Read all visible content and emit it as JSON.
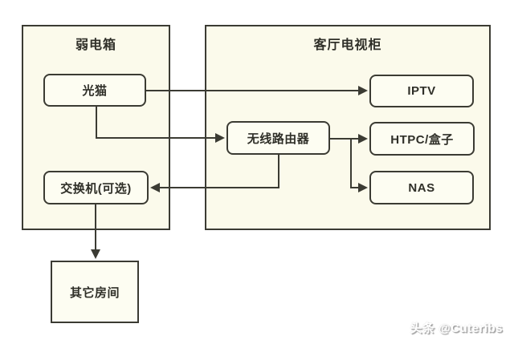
{
  "diagram": {
    "style": {
      "border_color": "#3b3b33",
      "container_fill": "#fbfaeb",
      "node_fill": "#fdfdf2",
      "text_color": "#2f2f28",
      "background": "#ffffff"
    },
    "containers": [
      {
        "id": "weak-current-box",
        "label": "弱电箱"
      },
      {
        "id": "tv-cabinet",
        "label": "客厅电视柜"
      }
    ],
    "nodes": [
      {
        "id": "modem",
        "label": "光猫",
        "container": "weak-current-box"
      },
      {
        "id": "switch",
        "label": "交换机(可选)",
        "container": "weak-current-box"
      },
      {
        "id": "router",
        "label": "无线路由器",
        "container": "tv-cabinet"
      },
      {
        "id": "iptv",
        "label": "IPTV",
        "container": "tv-cabinet"
      },
      {
        "id": "htpc",
        "label": "HTPC/盒子",
        "container": "tv-cabinet"
      },
      {
        "id": "nas",
        "label": "NAS",
        "container": "tv-cabinet"
      },
      {
        "id": "other-rooms",
        "label": "其它房间",
        "container": null
      }
    ],
    "connections": [
      {
        "from": "modem",
        "to": "iptv"
      },
      {
        "from": "modem",
        "to": "router"
      },
      {
        "from": "router",
        "to": "htpc"
      },
      {
        "from": "router",
        "to": "nas"
      },
      {
        "from": "router",
        "to": "switch"
      },
      {
        "from": "switch",
        "to": "other-rooms"
      }
    ]
  },
  "watermark": {
    "text": "头条 @Cuteribs"
  }
}
